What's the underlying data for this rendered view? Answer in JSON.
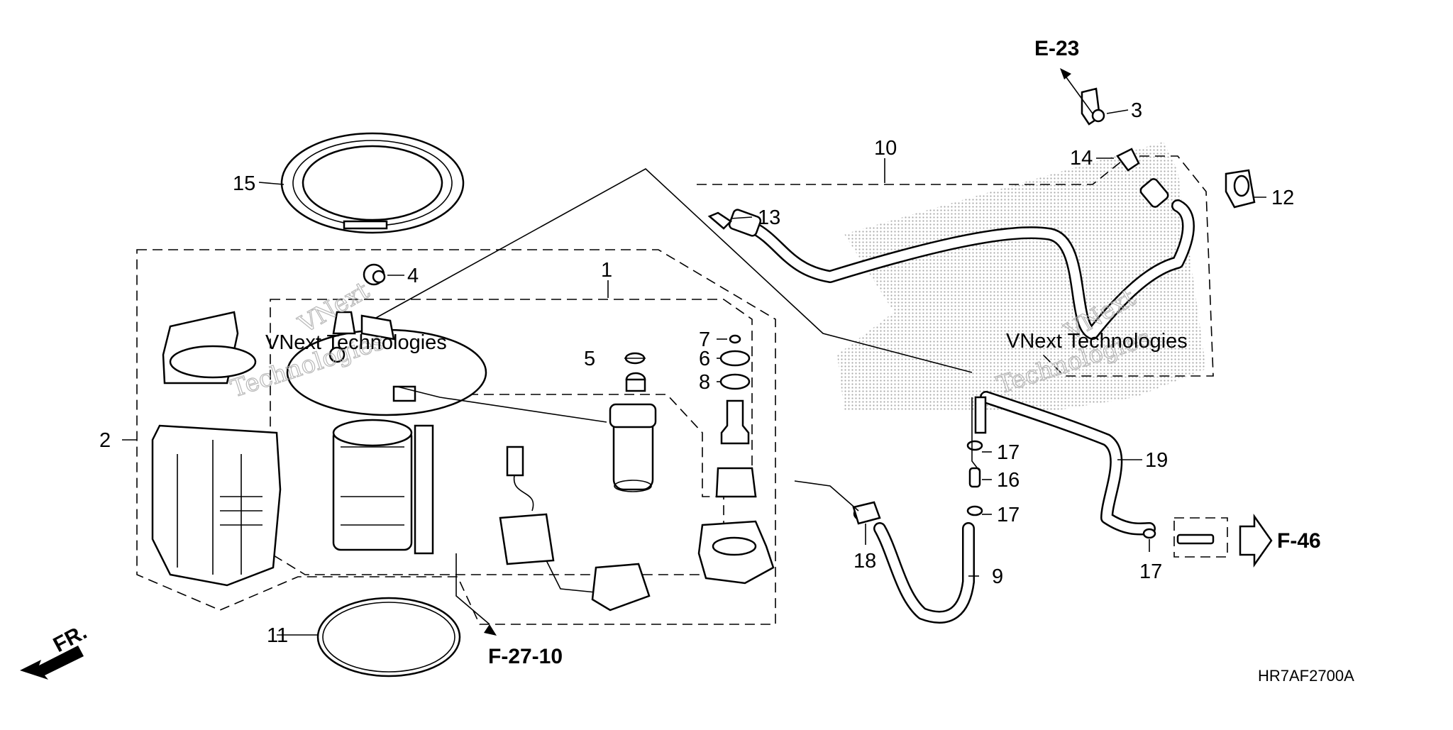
{
  "diagram": {
    "code": "HR7AF2700A",
    "front_label": "FR.",
    "references": {
      "e23": "E-23",
      "f2710": "F-27-10",
      "f46": "F-46"
    },
    "watermark": {
      "line1": "VNext",
      "line2": "Technologies",
      "line3": "VNext Technologies"
    },
    "callouts": {
      "c1": "1",
      "c2": "2",
      "c3": "3",
      "c4": "4",
      "c5": "5",
      "c6": "6",
      "c7": "7",
      "c8": "8",
      "c9": "9",
      "c10": "10",
      "c11": "11",
      "c12": "12",
      "c13": "13",
      "c14": "14",
      "c15": "15",
      "c16": "16",
      "c17a": "17",
      "c17b": "17",
      "c17c": "17",
      "c18": "18",
      "c19": "19"
    }
  }
}
